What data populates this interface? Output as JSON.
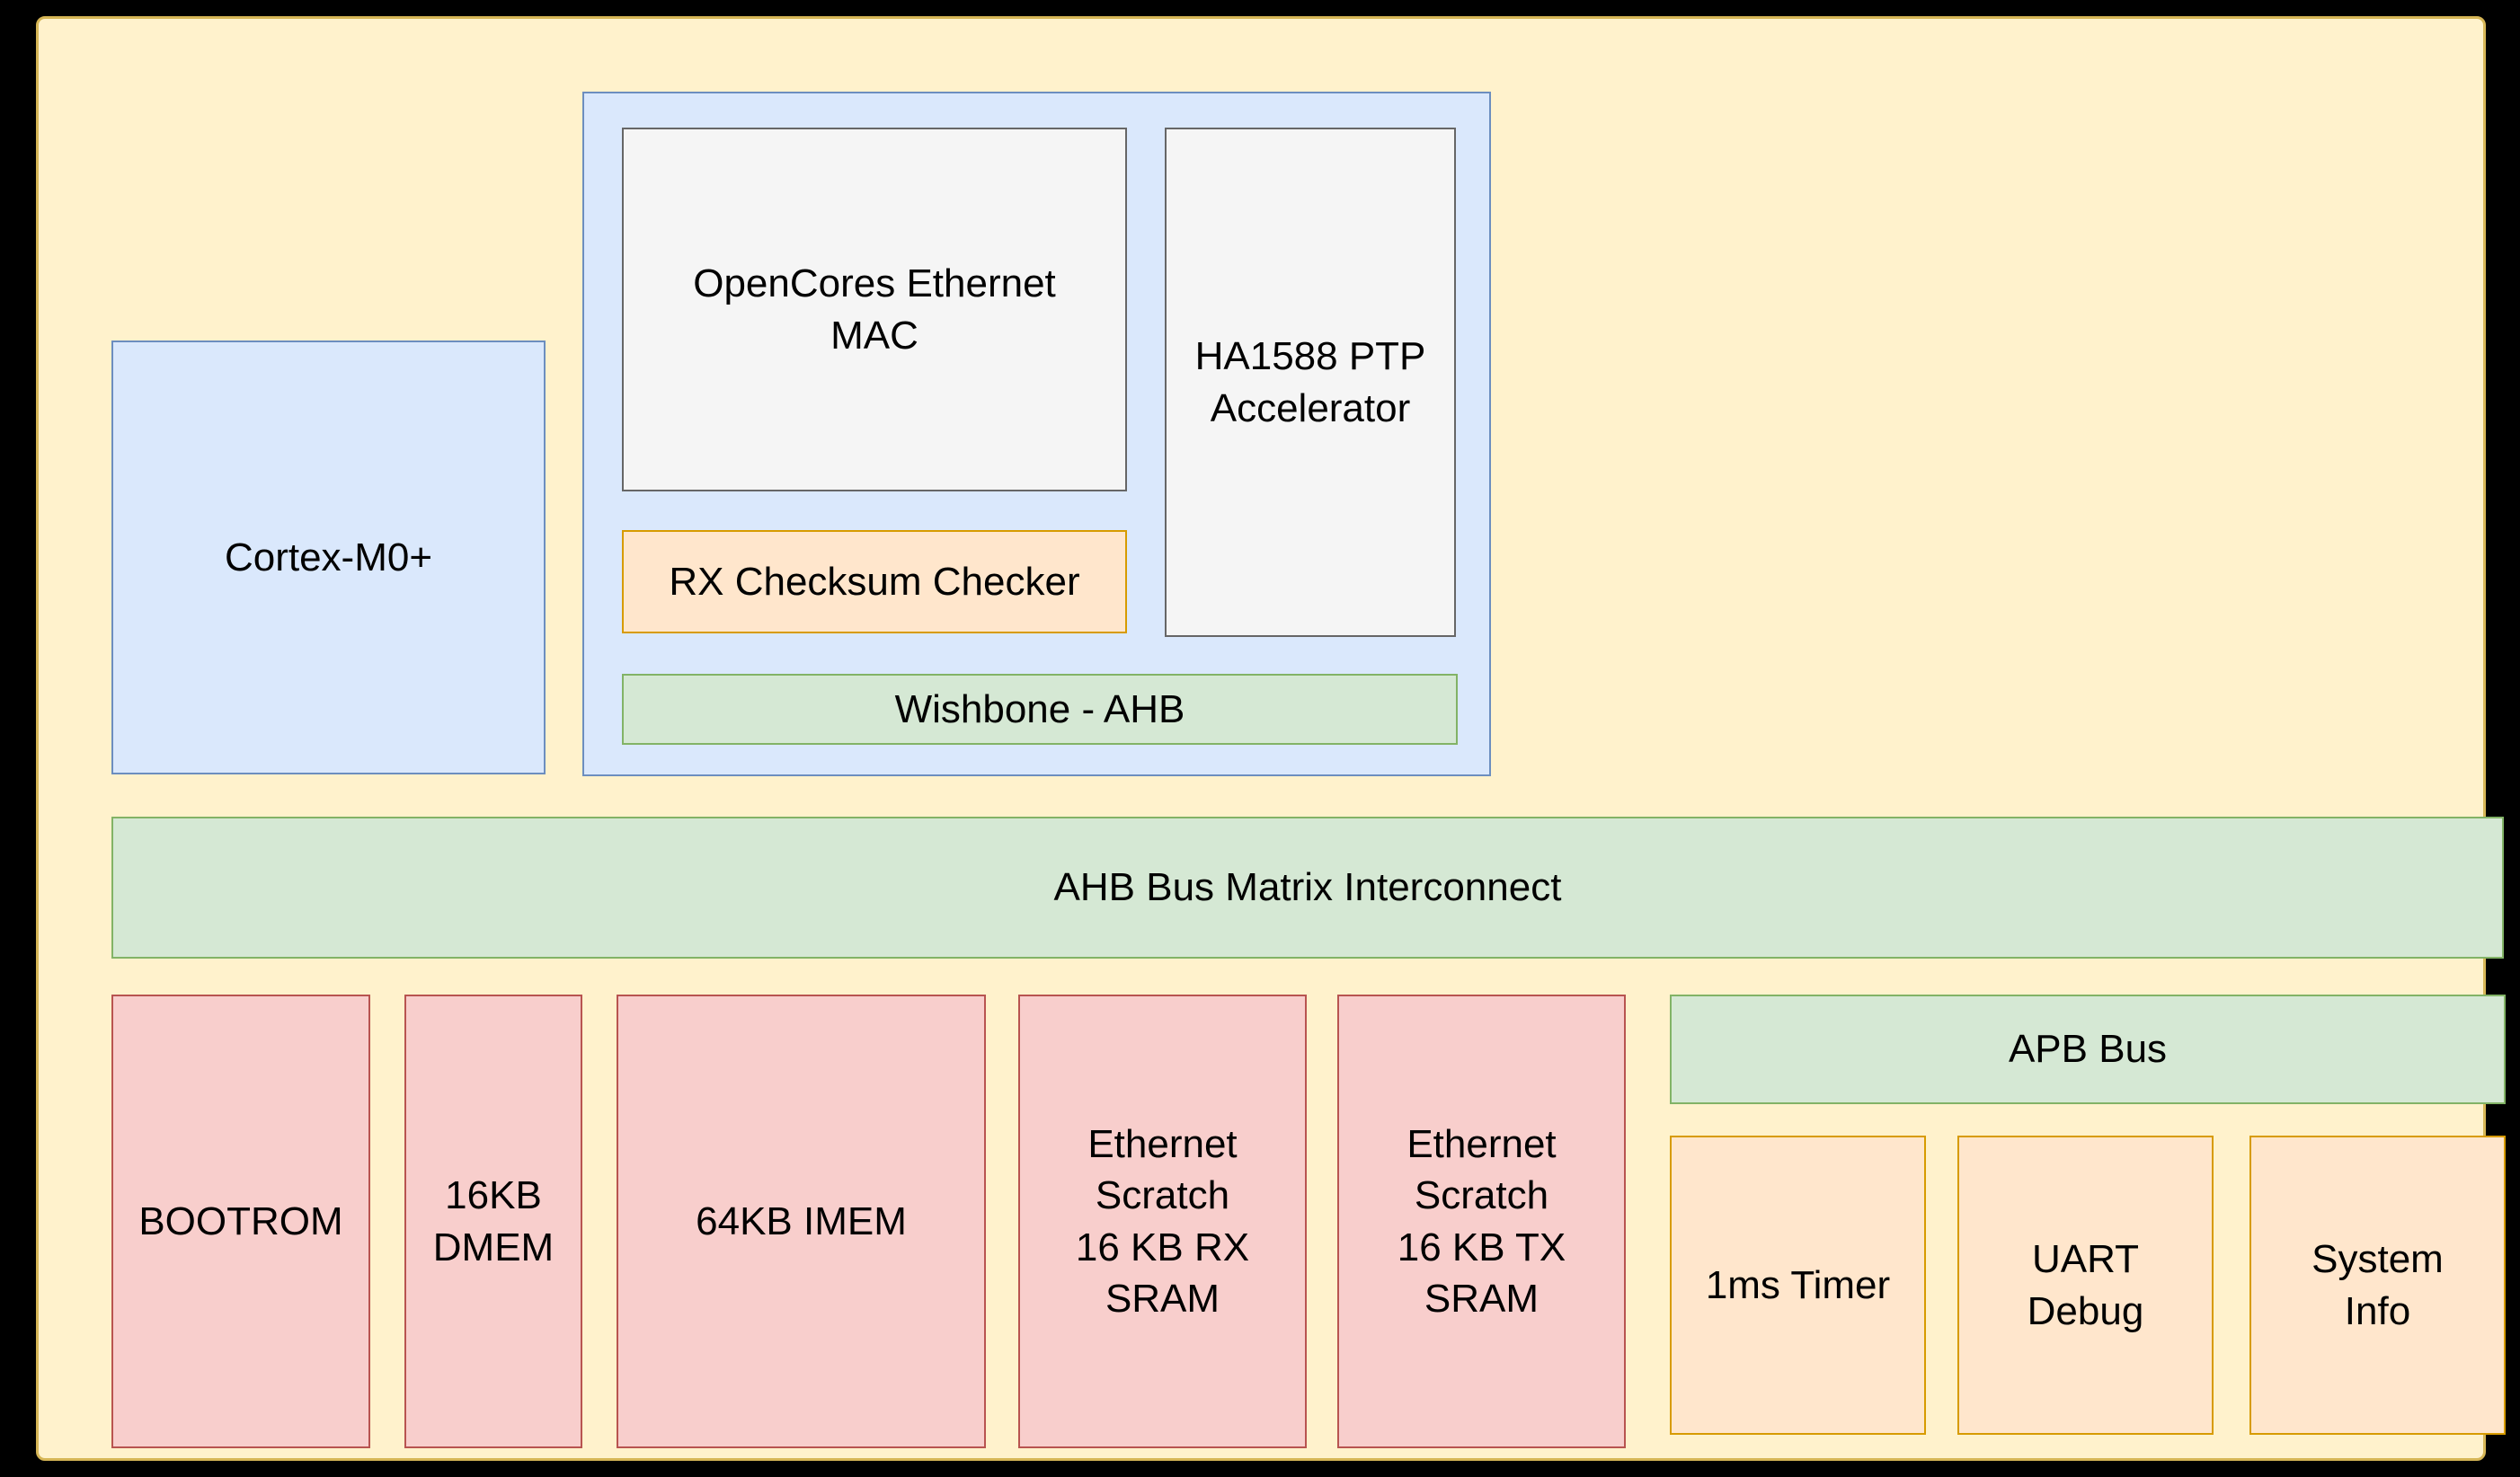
{
  "palette": {
    "canvas-bg": "#000000",
    "chip-fill": "#fff2cc",
    "chip-border": "#d6b656",
    "blue-fill": "#dae8fc",
    "blue-border": "#6c8ebf",
    "gray-fill": "#f5f5f5",
    "gray-border": "#666666",
    "orange-fill": "#ffe6cc",
    "orange-border": "#d79b00",
    "green-fill": "#d5e8d4",
    "green-border": "#82b366",
    "red-fill": "#f8cecc",
    "red-border": "#b85450",
    "text": "#000000"
  },
  "blocks": {
    "cortex": {
      "label": "Cortex-M0+"
    },
    "ethernet_mac": {
      "label": "OpenCores Ethernet\nMAC"
    },
    "ptp_accelerator": {
      "label": "HA1588 PTP\nAccelerator"
    },
    "rx_checksum": {
      "label": "RX Checksum Checker"
    },
    "wishbone_bridge": {
      "label": "Wishbone - AHB"
    },
    "ahb_interconnect": {
      "label": "AHB Bus Matrix Interconnect"
    },
    "bootrom": {
      "label": "BOOTROM"
    },
    "dmem": {
      "label": "16KB\nDMEM"
    },
    "imem": {
      "label": "64KB IMEM"
    },
    "eth_rx_sram": {
      "label": "Ethernet\nScratch\n16 KB RX\nSRAM"
    },
    "eth_tx_sram": {
      "label": "Ethernet\nScratch\n16 KB TX\nSRAM"
    },
    "apb_bus": {
      "label": "APB Bus"
    },
    "timer": {
      "label": "1ms Timer"
    },
    "uart_debug": {
      "label": "UART\nDebug"
    },
    "system_info": {
      "label": "System\nInfo"
    }
  }
}
